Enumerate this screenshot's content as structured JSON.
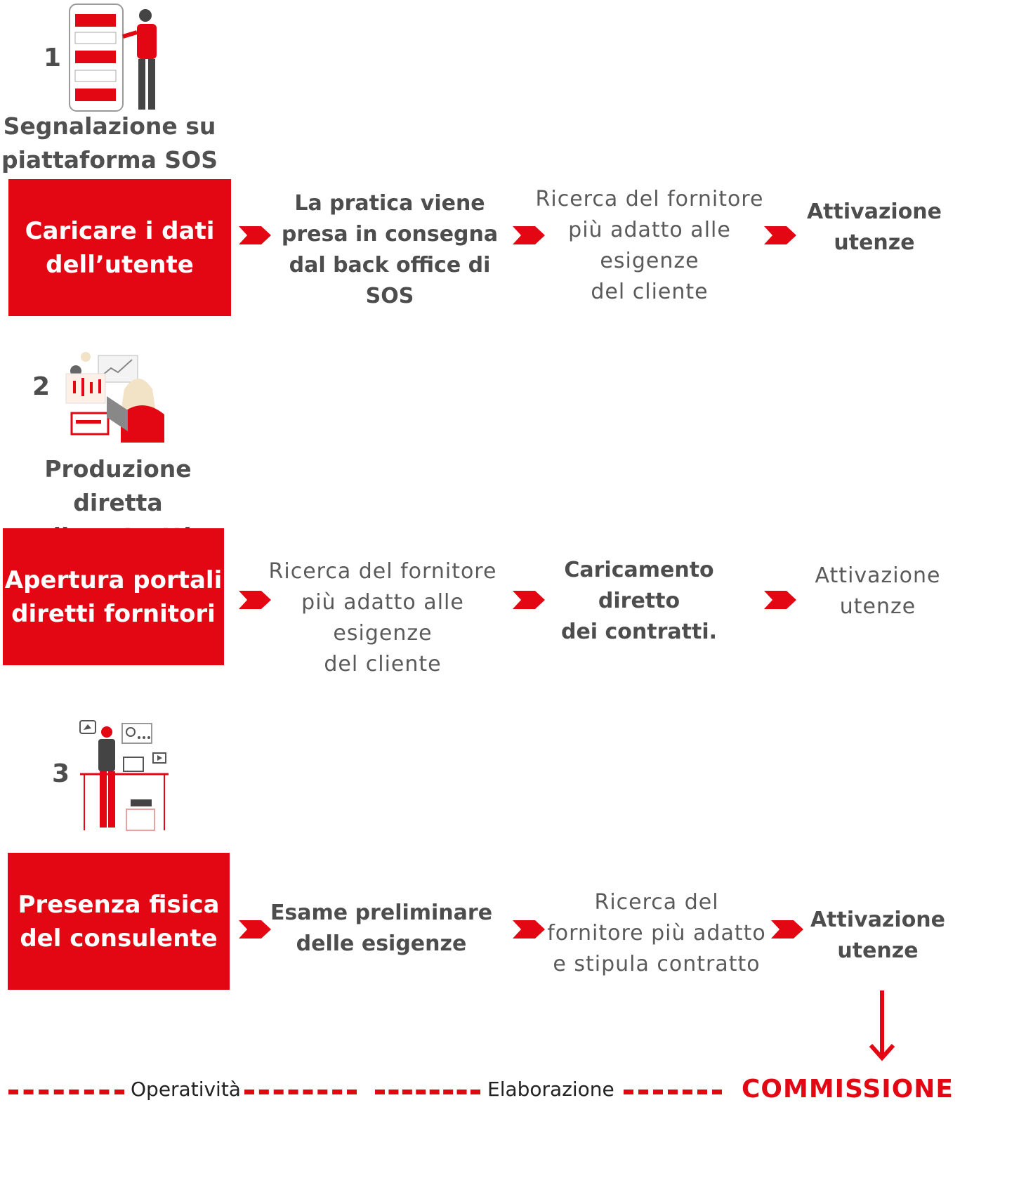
{
  "colors": {
    "accent": "#e30613",
    "text": "#4d4d4d"
  },
  "section1": {
    "number": "1",
    "title": "Segnalazione su\npiattaforma SOS",
    "box": "Caricare i dati\ndell’utente",
    "steps": [
      "La pratica viene\npresa in consegna\ndal back office di\nSOS",
      "Ricerca del fornitore\npiù adatto alle\nesigenze\ndel cliente",
      "Attivazione\nutenze"
    ]
  },
  "section2": {
    "number": "2",
    "title": "Produzione diretta\ndi contratti",
    "box": "Apertura portali\ndiretti fornitori",
    "steps": [
      "Ricerca del fornitore\npiù adatto alle\nesigenze\ndel cliente",
      "Caricamento\ndiretto\ndei contratti.",
      "Attivazione\nutenze"
    ]
  },
  "section3": {
    "number": "3",
    "box": "Presenza fisica\ndel consulente",
    "steps": [
      "Esame preliminare\ndelle esigenze",
      "Ricerca del\nfornitore più adatto\ne stipula contratto",
      "Attivazione\nutenze"
    ]
  },
  "footer": {
    "operativita": "Operatività",
    "elaborazione": "Elaborazione",
    "commissione": "COMMISSIONE"
  },
  "icons": [
    "phone-checklist-person-icon",
    "analytics-woman-icon",
    "desk-worker-icon",
    "chevron-right-icon",
    "down-arrow-icon"
  ]
}
